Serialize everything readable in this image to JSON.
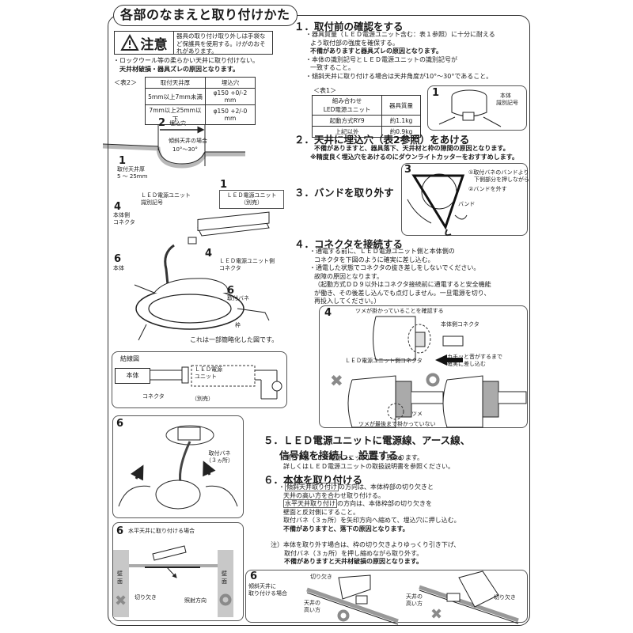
{
  "title": "各部のなまえと取り付けかた",
  "caution": {
    "label": "注意",
    "text": "器具の取り付け取り外しは手袋など保護具を使用する。けがのおそれがあります。"
  },
  "rockwool_note": {
    "line1": "・ロックウール等の柔らかい天井に取り付けない。",
    "line2": "天井材破損・器具ズレの原因となります。"
  },
  "table2": {
    "caption": "＜表2＞",
    "headers": [
      "取付天井厚",
      "埋込穴"
    ],
    "rows": [
      [
        "5mm以上7mm未満",
        "φ150 +0/-2 mm"
      ],
      [
        "7mm以上25mm以下",
        "φ150 +2/-0 mm"
      ]
    ]
  },
  "diagram_ceiling": {
    "hole_num": "2",
    "hole_label": "埋込穴",
    "slope_label": "傾斜天井の場合",
    "angle": "10°～30°",
    "thickness_num": "1",
    "thickness_label": "取付天井厚",
    "thickness_range": "5 ～ 25mm"
  },
  "diagram_parts": {
    "unit_num": "1",
    "unit_label": "ＬＥＤ電源ユニット",
    "unit_sub": "（別売）",
    "unit_id_label_1": "ＬＥＤ電源ユニット",
    "unit_id_label_2": "識別記号",
    "body_conn_num": "4",
    "body_conn_label_1": "本体側",
    "body_conn_label_2": "コネクタ",
    "unit_conn_num": "4",
    "unit_conn_label_1": "ＬＥＤ電源ユニット側",
    "unit_conn_label_2": "コネクタ",
    "body_num": "6",
    "body_label": "本体",
    "spring_num": "6",
    "spring_label": "取付バネ",
    "frame_label": "枠",
    "note": "これは一部簡略化した図です。"
  },
  "wiring": {
    "title": "結線図",
    "body": "本体",
    "unit_line1": "ＬＥＤ電源",
    "unit_line2": "ユニット",
    "sold_separately": "（別売）",
    "connector": "コネクタ"
  },
  "step6_fig": {
    "num": "6",
    "spring_label": "取付バネ",
    "spring_count": "（３ヵ所）"
  },
  "step6_horizontal": {
    "num": "6",
    "title": "水平天井に取り付ける場合",
    "wall_left": "壁面",
    "wall_right": "壁面",
    "notch": "切り欠き",
    "light_dir": "照射方向"
  },
  "step1": {
    "heading": "１．取付前の確認をする",
    "b1_line1": "・器具質量（ＬＥＤ電源ユニット含む：表１参照）に十分に耐える",
    "b1_line2": "よう取付部の強度を確保する。",
    "b1_bold": "不備がありますと器具ズレの原因となります。",
    "b2_line1": "・本体の識別記号とＬＥＤ電源ユニットの識別記号が",
    "b2_line2": "一致すること。",
    "b3": "・傾斜天井に取り付ける場合は天井角度が10°～30°であること。",
    "table1": {
      "caption": "＜表1＞",
      "headers": [
        "組み合わせ\nLED電源ユニット",
        "器具質量"
      ],
      "header1_line1": "組み合わせ",
      "header1_line2": "LED電源ユニット",
      "header2": "器具質量",
      "rows": [
        [
          "起動方式RY9",
          "約1.1kg"
        ],
        [
          "上記以外",
          "約0.9kg"
        ]
      ]
    },
    "fig_num": "1",
    "fig_label_1": "本体",
    "fig_label_2": "識別記号"
  },
  "step2": {
    "heading": "２．天井に埋込穴（表2参照）をあける",
    "line1": "不備がありますと、器具落下、天井材と枠の隙間の原因となります。",
    "line2": "※精度良く埋込穴をあけるのにダウンライトカッターをおすすめします。"
  },
  "step3": {
    "heading": "３．バンドを取り外す",
    "fig_num": "3",
    "note1_line1": "①取付バネのバンドより",
    "note1_line2": "下側部分を押しながら",
    "note2": "②バンドを外す",
    "band_label": "バンド"
  },
  "step4": {
    "heading": "４．コネクタを接続する",
    "b1_line1": "・通電する前に、ＬＥＤ電源ユニット側と本体側の",
    "b1_line2": "コネクタを下図のように確実に差し込む。",
    "b2_line1": "・通電した状態でコネクタの抜き差しをしないでください。",
    "b2_line2": "故障の原因となります。",
    "b2_line3": "（起動方式ＤＤ９以外はコネクタ接続前に通電すると安全機能",
    "b2_line4": "が働き、その後差し込んでも点灯しません。一旦電源を切り、",
    "b2_line5": "再投入してください。）",
    "fig": {
      "num": "4",
      "title": "ツメが掛かっていることを確認する",
      "body_connector": "本体側コネクタ",
      "unit_connector": "ＬＥＤ電源ユニット側コネクタ",
      "insert_note_1": "カチッと音がするまで",
      "insert_note_2": "確実に差し込む",
      "claw": "ツメ",
      "bad_note": "ツメが最後まで掛かっていない"
    }
  },
  "step5": {
    "heading_line1": "５．ＬＥＤ電源ユニットに電源線、アース線、",
    "heading_line2": "信号線を接続し、設置する。",
    "b1_line1": "・適合するＬＥＤ電源ユニットにより異なります。",
    "b1_line2": "詳しくはＬＥＤ電源ユニットの取扱説明書を参照ください。"
  },
  "step6": {
    "heading": "６．本体を取り付ける",
    "slope_tag": "傾斜天井取り付け",
    "slope_rest": "の方向は、本体枠部の切り欠きと",
    "slope_line2": "天井の高い方を合わせ取り付ける。",
    "flat_tag": "水平天井取り付け",
    "flat_rest": "の方向は、本体枠部の切り欠きを",
    "flat_line2": "壁面と反対側にすること。",
    "line5": "取付バネ（３ヵ所）を矢印方向へ縮めて、埋込穴に押し込む。",
    "bold": "不備がありますと、落下の原因となります。",
    "note_line1": "注）本体を取り外す場合は、枠の切り欠きよりゆっくり引き下げ、",
    "note_line2": "取付バネ（３ヵ所）を押し縮めながら取り外す。",
    "note_bold": "不備がありますと天井材破損の原因となります。"
  },
  "step6_slope": {
    "num": "6",
    "title_line1": "傾斜天井に",
    "title_line2": "取り付ける場合",
    "notch_1": "切り欠き",
    "high_side_1a": "天井の",
    "high_side_1b": "高い方",
    "high_side_2a": "天井の",
    "high_side_2b": "高い方",
    "notch_2": "切り欠き"
  },
  "symbols": {
    "ok": "circle-ok-icon",
    "ng": "cross-ng-icon",
    "warning": "warning-triangle-icon"
  },
  "colors": {
    "ink": "#1a1a1a",
    "frame": "#333333",
    "gray_symbol": "#8a8a8a",
    "wall": "#c8c8c8"
  }
}
